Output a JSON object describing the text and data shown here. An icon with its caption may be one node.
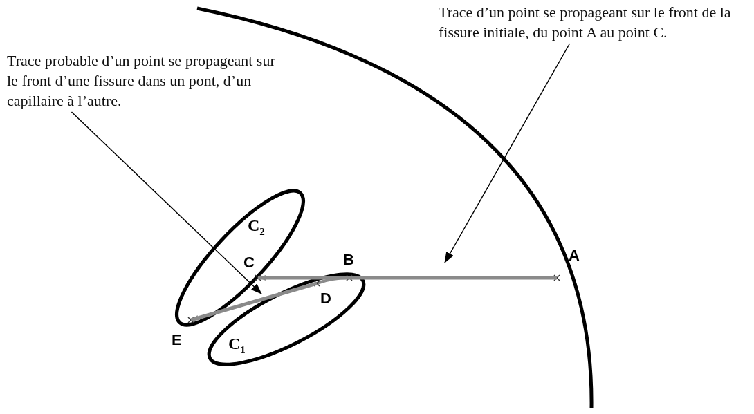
{
  "diagram": {
    "nodes": [
      {
        "text": [
          "Trace probable d’un point se propageant sur le front d’une fissure dans un pont, d’un capillaire à l’autre."
        ]
      },
      {
        "text": [
          "Trace d’un point se propageant sur le front de la fissure initiale, du point A au point C."
        ]
      },
      {
        "text": [
          "C$_{2}$"
        ]
      },
      {
        "text": [
          "C$_{1}$"
        ]
      },
      {
        "text": [
          "A"
        ]
      },
      {
        "text": [
          "B"
        ]
      },
      {
        "text": [
          "C"
        ]
      },
      {
        "text": [
          "D"
        ]
      },
      {
        "text": [
          "E"
        ]
      }
    ],
    "edges": [
      {
        "from": 4,
        "to": 6,
        "arrow": "to",
        "color": "#8a8a8a",
        "style": "thick"
      },
      {
        "from": 7,
        "to": 8,
        "arrow": "to",
        "color": "#8a8a8a",
        "style": "thick"
      },
      {
        "from": 0,
        "to": null,
        "arrow": "to",
        "color": "#000000"
      },
      {
        "from": 1,
        "to": null,
        "arrow": "to",
        "color": "#000000"
      }
    ]
  }
}
